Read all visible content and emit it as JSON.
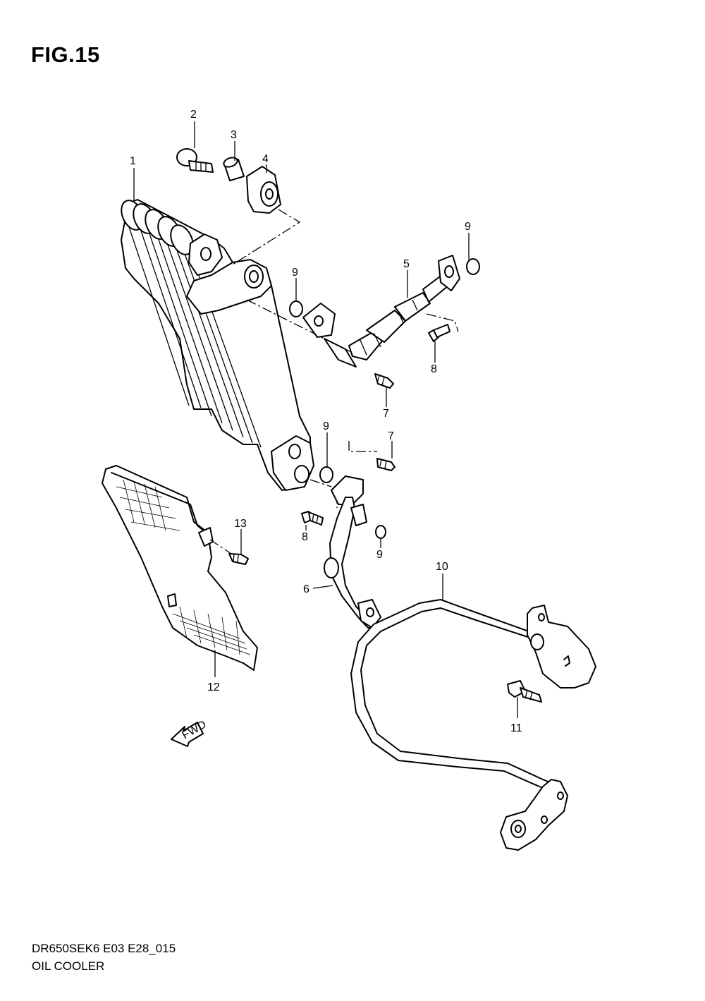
{
  "figure": {
    "title": "FIG.15"
  },
  "footer": {
    "code": "DR650SEK6 E03 E28_015",
    "name": "OIL COOLER"
  },
  "fwd_arrow": {
    "label": "FWD"
  },
  "callouts": [
    {
      "id": "c1",
      "label": "1"
    },
    {
      "id": "c2",
      "label": "2"
    },
    {
      "id": "c3",
      "label": "3"
    },
    {
      "id": "c4",
      "label": "4"
    },
    {
      "id": "c5",
      "label": "5"
    },
    {
      "id": "c9a",
      "label": "9"
    },
    {
      "id": "c9b",
      "label": "9"
    },
    {
      "id": "c8a",
      "label": "8"
    },
    {
      "id": "c7a",
      "label": "7"
    },
    {
      "id": "c9c",
      "label": "9"
    },
    {
      "id": "c7b",
      "label": "7"
    },
    {
      "id": "c13",
      "label": "13"
    },
    {
      "id": "c8b",
      "label": "8"
    },
    {
      "id": "c9d",
      "label": "9"
    },
    {
      "id": "c6",
      "label": "6"
    },
    {
      "id": "c10",
      "label": "10"
    },
    {
      "id": "c12",
      "label": "12"
    },
    {
      "id": "c11",
      "label": "11"
    }
  ]
}
